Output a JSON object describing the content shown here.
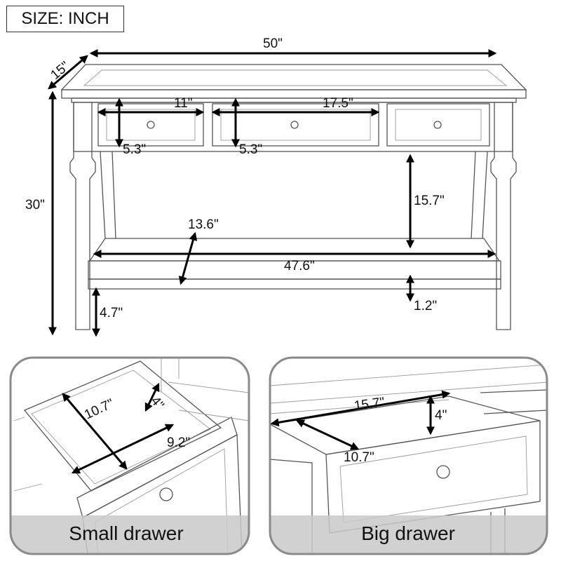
{
  "size_label": "SIZE: INCH",
  "main_view": {
    "overall_width": "50\"",
    "depth": "15\"",
    "height": "30\"",
    "small_drawer_width": "11\"",
    "big_drawer_width": "17.5\"",
    "small_drawer_height": "5.3\"",
    "big_drawer_height": "5.3\"",
    "shelf_clearance": "15.7\"",
    "shelf_depth": "13.6\"",
    "shelf_width": "47.6\"",
    "shelf_thickness": "1.2\"",
    "floor_clearance": "4.7\""
  },
  "small_drawer_panel": {
    "caption": "Small drawer",
    "depth": "10.7\"",
    "height": "4\"",
    "width": "9.2\""
  },
  "big_drawer_panel": {
    "caption": "Big drawer",
    "width": "15.7\"",
    "height": "4\"",
    "depth": "10.7\""
  },
  "colors": {
    "line": "#555555",
    "panel_border": "#8a8a8a",
    "caption_band": "#c9c9c9"
  }
}
